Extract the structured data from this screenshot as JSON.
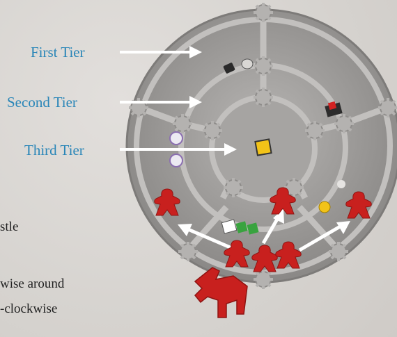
{
  "labels": {
    "first_tier": "First Tier",
    "second_tier": "Second Tier",
    "third_tier": "Third Tier"
  },
  "text_fragments": {
    "line1": "stle",
    "line2": "wise around",
    "line3": "-clockwise"
  },
  "colors": {
    "label": "#2a86b8",
    "meeple": "#c8201e",
    "board": "#9a9896",
    "arrow": "#ffffff"
  }
}
